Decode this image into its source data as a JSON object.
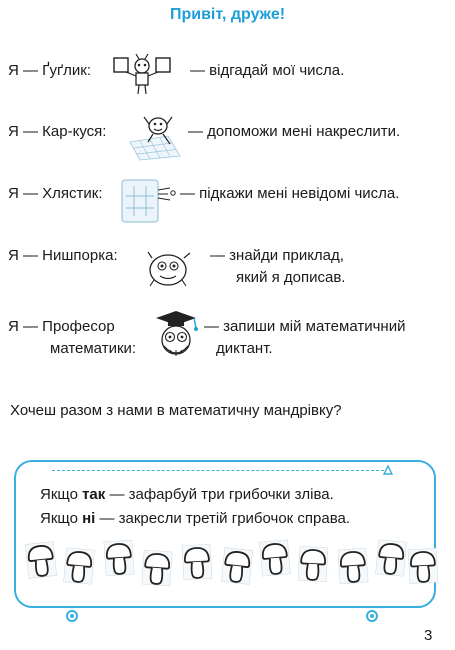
{
  "page": {
    "title": "Привіт, друже!",
    "characters": [
      {
        "name_line1": "Я — Ґуґлик:",
        "name_line2": "",
        "text_line1": "— відгадай мої числа.",
        "text_line2": "",
        "icon": "guglyk-icon"
      },
      {
        "name_line1": "Я — Кар-куся:",
        "name_line2": "",
        "text_line1": "— допоможи мені накреслити.",
        "text_line2": "",
        "icon": "karkusia-icon"
      },
      {
        "name_line1": "Я — Хлястик:",
        "name_line2": "",
        "text_line1": "— підкажи мені невідомі числа.",
        "text_line2": "",
        "icon": "khliastyk-icon"
      },
      {
        "name_line1": "Я — Нишпорка:",
        "name_line2": "",
        "text_line1": "— знайди приклад,",
        "text_line2": "який я дописав.",
        "icon": "nyshporka-icon"
      },
      {
        "name_line1": "Я — Професор",
        "name_line2": "математики:",
        "text_line1": "— запиши мій математичний",
        "text_line2": "диктант.",
        "icon": "professor-icon"
      }
    ],
    "question": "Хочеш разом з нами в математичну мандрівку?",
    "instructions": {
      "line1_prefix": "Якщо ",
      "line1_bold": "так",
      "line1_rest": " — зафарбуй три грибочки зліва.",
      "line2_prefix": "Якщо ",
      "line2_bold": "ні",
      "line2_rest": " — закресли третій грибочок справа."
    },
    "mushroom_count": 11,
    "page_number": "3"
  },
  "colors": {
    "accent": "#1e9fd8",
    "frame": "#3aaee0",
    "text": "#1a1a1a"
  }
}
